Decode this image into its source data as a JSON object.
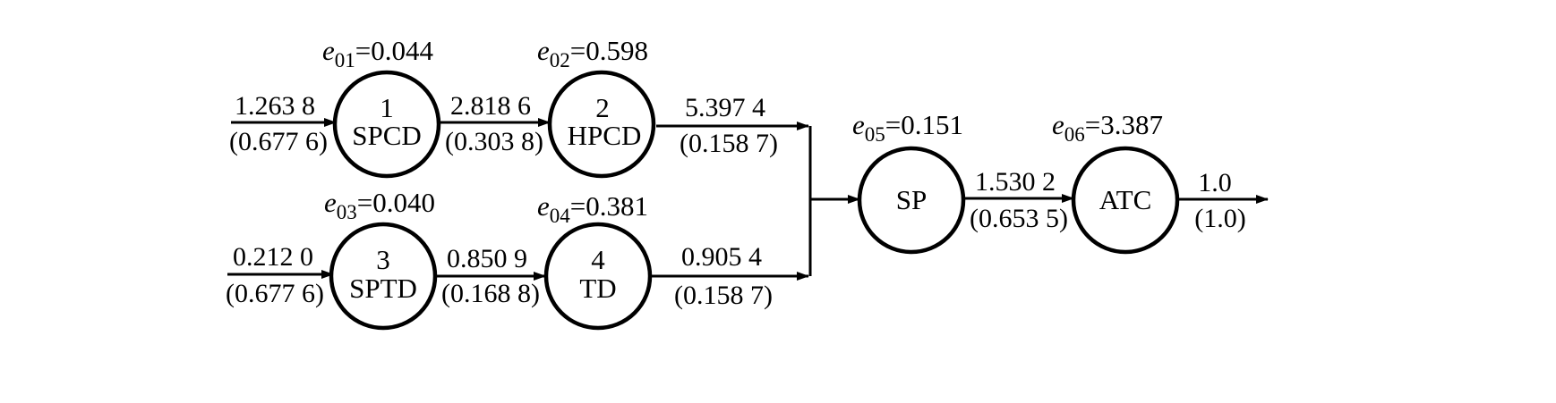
{
  "nodes": {
    "n1": {
      "number": "1",
      "label": "SPCD",
      "coef_var": "e",
      "coef_sub": "01",
      "coef_val": "=0.044"
    },
    "n2": {
      "number": "2",
      "label": "HPCD",
      "coef_var": "e",
      "coef_sub": "02",
      "coef_val": "=0.598"
    },
    "n3": {
      "number": "3",
      "label": "SPTD",
      "coef_var": "e",
      "coef_sub": "03",
      "coef_val": "=0.040"
    },
    "n4": {
      "number": "4",
      "label": "TD",
      "coef_var": "e",
      "coef_sub": "04",
      "coef_val": "=0.381"
    },
    "sp": {
      "label": "SP",
      "coef_var": "e",
      "coef_sub": "05",
      "coef_val": "=0.151"
    },
    "atc": {
      "label": "ATC",
      "coef_var": "e",
      "coef_sub": "06",
      "coef_val": "=3.387"
    }
  },
  "edges": {
    "in1": {
      "top": "1.263 8",
      "bottom": "(0.677 6)"
    },
    "e12": {
      "top": "2.818 6",
      "bottom": "(0.303 8)"
    },
    "e2sp": {
      "top": "5.397 4",
      "bottom": "(0.158 7)"
    },
    "in3": {
      "top": "0.212 0",
      "bottom": "(0.677 6)"
    },
    "e34": {
      "top": "0.850 9",
      "bottom": "(0.168 8)"
    },
    "e4sp": {
      "top": "0.905 4",
      "bottom": "(0.158 7)"
    },
    "esp_atc": {
      "top": "1.530 2",
      "bottom": "(0.653 5)"
    },
    "out": {
      "top": "1.0",
      "bottom": "(1.0)"
    }
  }
}
